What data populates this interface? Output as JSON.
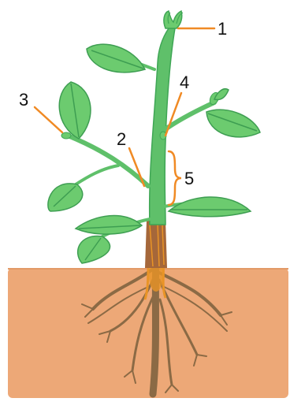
{
  "diagram": {
    "labels": [
      {
        "id": "1",
        "text": "1"
      },
      {
        "id": "2",
        "text": "2"
      },
      {
        "id": "3",
        "text": "3"
      },
      {
        "id": "4",
        "text": "4"
      },
      {
        "id": "5",
        "text": "5"
      }
    ]
  },
  "colors": {
    "soil": "#EDA877",
    "stem": "#5FC06A",
    "stem_dark": "#3FA655",
    "leaf": "#6CCB6F",
    "leaf_vein": "#3E9E52",
    "root": "#8B6A45",
    "root_core": "#E99426",
    "callout_line": "#F08A24",
    "text": "#111111"
  }
}
